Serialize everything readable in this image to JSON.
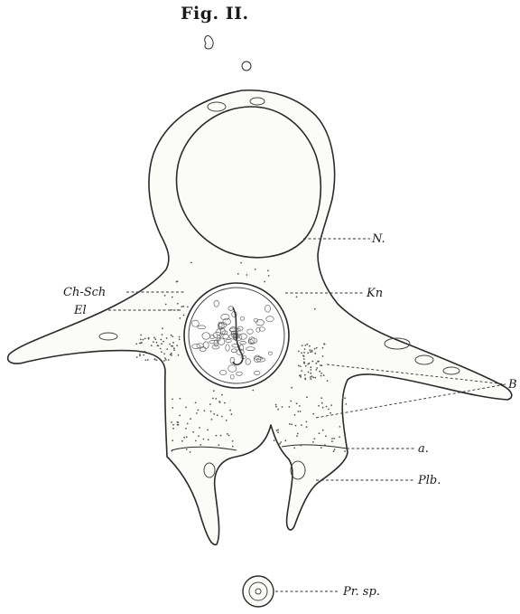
{
  "figure": {
    "title": "Fig. II.",
    "labels": {
      "N": "N.",
      "ChSch": "Ch-Sch",
      "Kn": "Kn",
      "El": "El",
      "B": "B",
      "a": "a.",
      "Plb": "Plb.",
      "Prsp": "Pr. sp."
    }
  }
}
